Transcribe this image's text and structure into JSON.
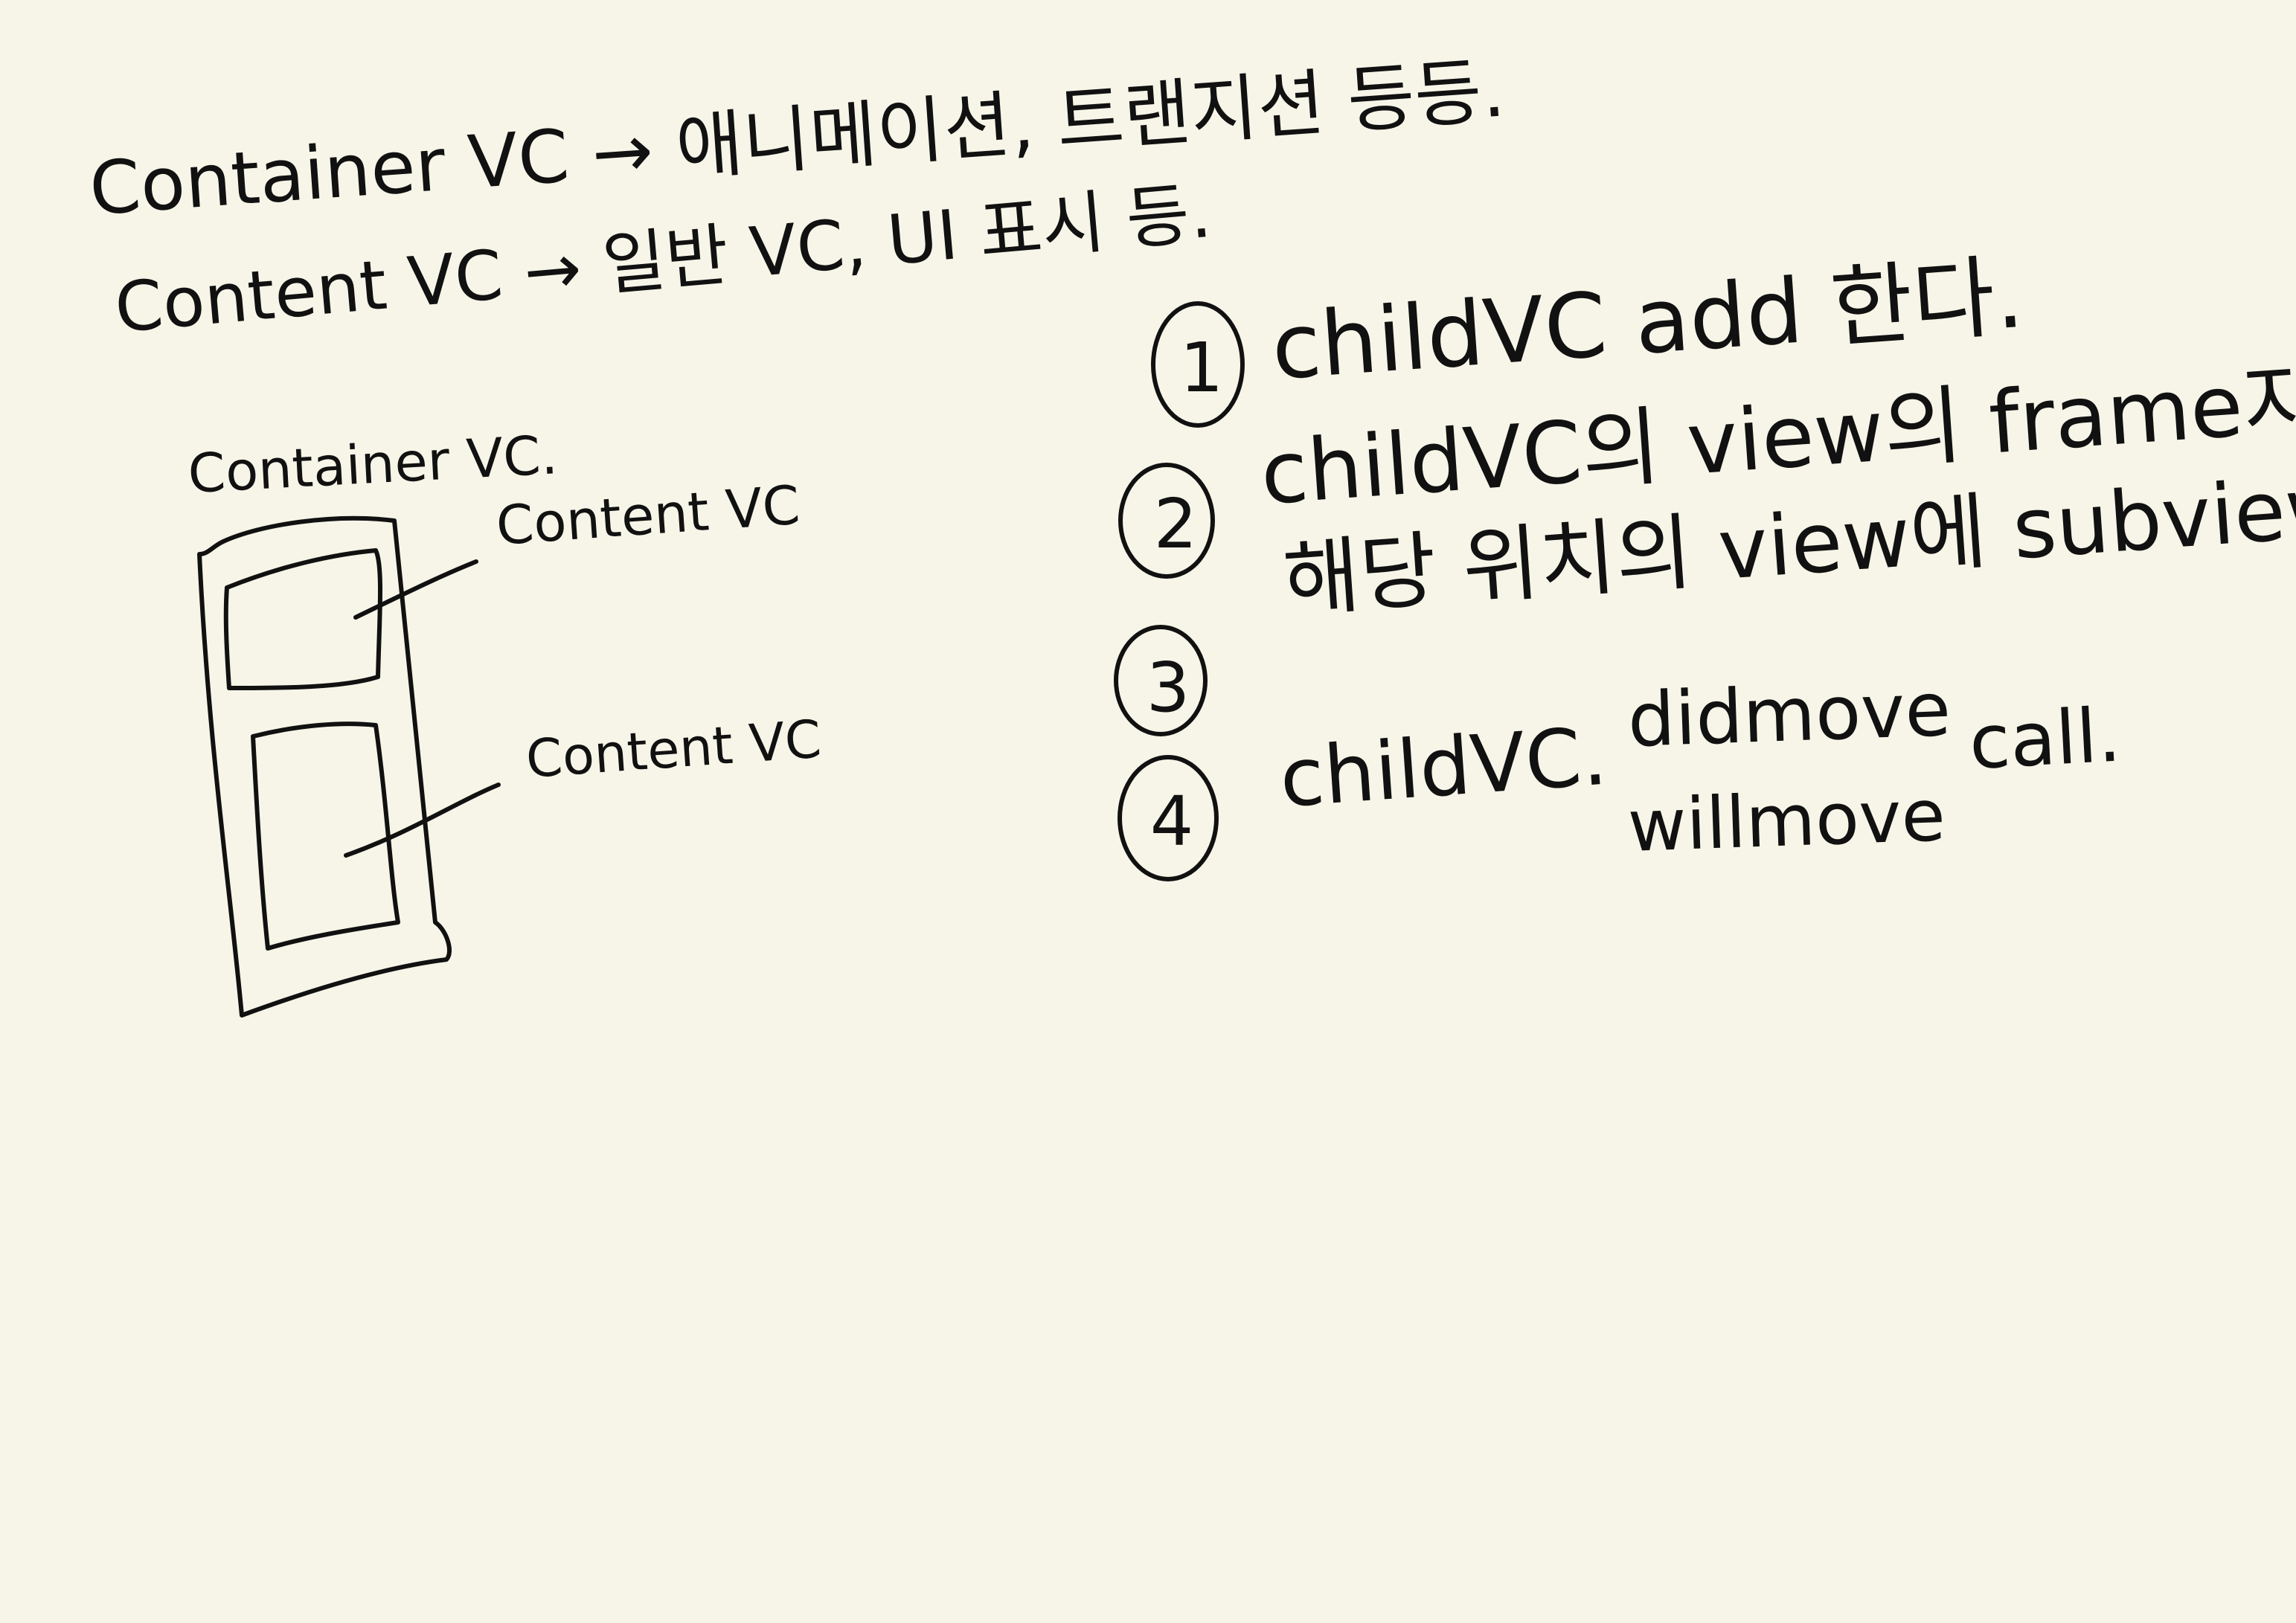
{
  "note": {
    "line1": "Container VC → 애니메이션, 트랜지션 등등.",
    "line2": "Content VC → 일반 VC, UI 표시 등."
  },
  "diagram": {
    "title": "Container VC.",
    "label_top": "Content VC",
    "label_bottom": "Content VC"
  },
  "steps": [
    {
      "number": "1",
      "text": "childVC add 한다."
    },
    {
      "number": "2",
      "text": "childVC의 view의 frame지정."
    },
    {
      "number": "3",
      "text": "해당 위치의 view에 subview로 추가."
    },
    {
      "number": "4",
      "text": "childVC.",
      "col_a": "didmove",
      "col_b": "willmove",
      "col_c": "call."
    }
  ],
  "colors": {
    "ink": "#111111",
    "paper": "#f6f5e8"
  }
}
